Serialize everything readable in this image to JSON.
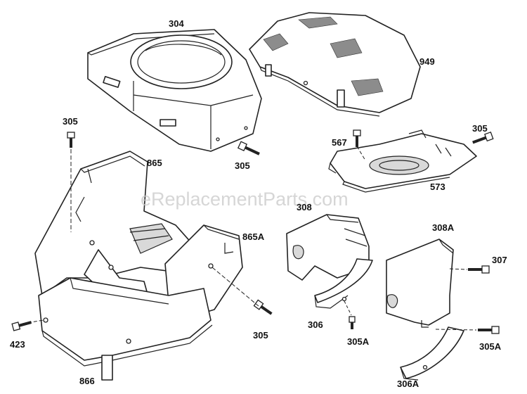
{
  "watermark": "eReplacementParts.com",
  "labels": {
    "l304": "304",
    "l949": "949",
    "l305a": "305",
    "l305b": "305",
    "l305c": "305",
    "l305d": "305",
    "l567": "567",
    "l573": "573",
    "l865": "865",
    "l865a": "865A",
    "l308": "308",
    "l308a": "308A",
    "l307": "307",
    "l306": "306",
    "l305a1": "305A",
    "l305a2": "305A",
    "l306a": "306A",
    "l423": "423",
    "l866": "866"
  }
}
